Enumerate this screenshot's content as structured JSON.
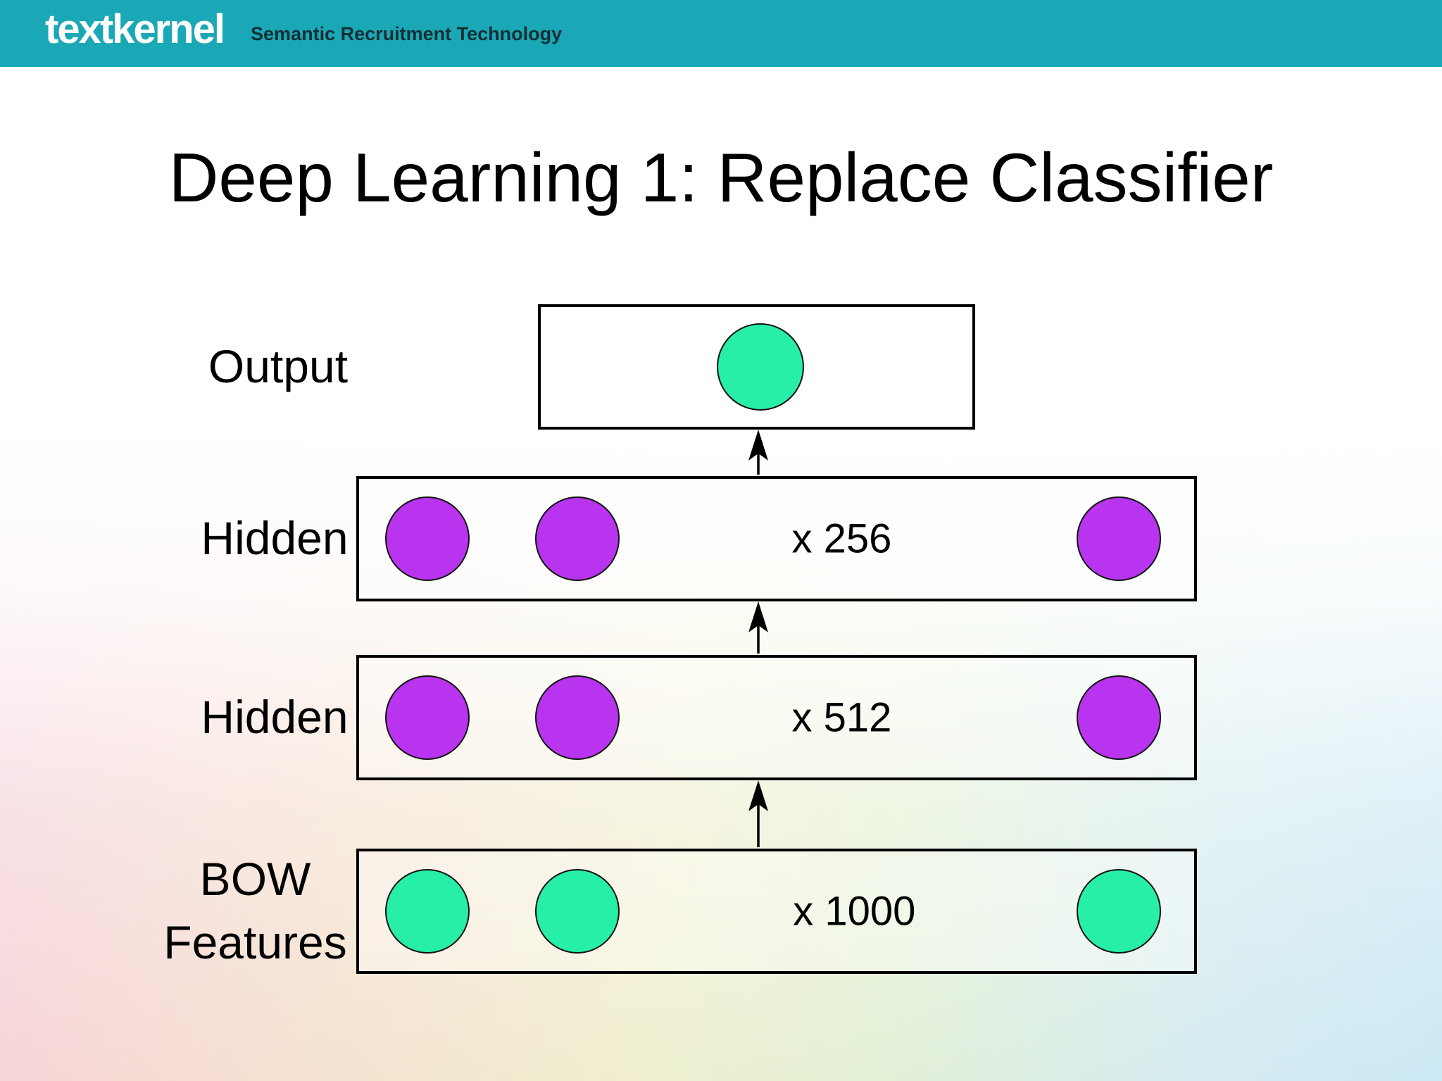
{
  "header": {
    "logo": "textkernel",
    "tagline": "Semantic Recruitment Technology"
  },
  "title": "Deep Learning 1: Replace Classifier",
  "diagram": {
    "layers": [
      {
        "name": "output",
        "label_lines": [
          "Output"
        ],
        "multiplier": "",
        "neurons": 1,
        "neuron_color": "#27efa7"
      },
      {
        "name": "hidden-top",
        "label_lines": [
          "Hidden"
        ],
        "multiplier": "x 256",
        "neurons": 3,
        "neuron_color": "#b834ee"
      },
      {
        "name": "hidden-bottom",
        "label_lines": [
          "Hidden"
        ],
        "multiplier": "x 512",
        "neurons": 3,
        "neuron_color": "#b834ee"
      },
      {
        "name": "bow-features",
        "label_lines": [
          "BOW",
          "Features"
        ],
        "multiplier": "x 1000",
        "neurons": 3,
        "neuron_color": "#27efa7"
      }
    ],
    "arrow_color": "#000000"
  },
  "colors": {
    "header_teal": "#1aa8b6",
    "logo_white": "#ffffff",
    "tagline_dark": "#122f35",
    "neuron_green": "#27efa7",
    "neuron_purple": "#b834ee",
    "box_border": "#000000"
  }
}
